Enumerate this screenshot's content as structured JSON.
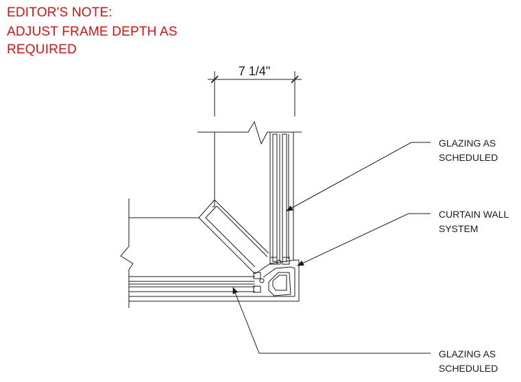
{
  "editors_note": {
    "lines": [
      "EDITOR'S NOTE:",
      "ADJUST FRAME DEPTH AS",
      "REQUIRED"
    ],
    "color": "#e01010"
  },
  "dimension": {
    "label": "7 1/4\""
  },
  "callouts": {
    "glazing_top": [
      "GLAZING AS",
      "SCHEDULED"
    ],
    "curtain_wall": [
      "CURTAIN WALL",
      "SYSTEM"
    ],
    "glazing_bottom": [
      "GLAZING AS",
      "SCHEDULED"
    ]
  },
  "colors": {
    "line": "#1a1a1a",
    "note": "#e01010"
  }
}
